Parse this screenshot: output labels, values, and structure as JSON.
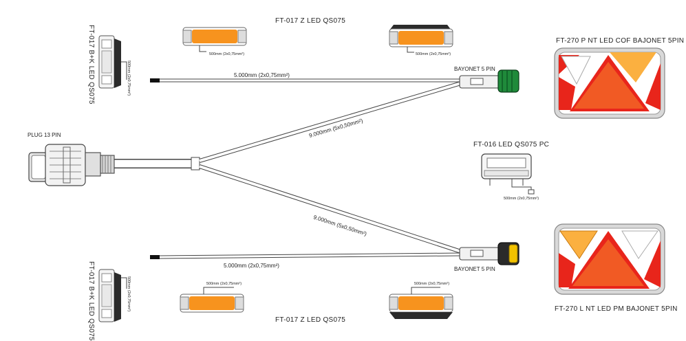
{
  "labels": {
    "top_marker_title": "FT-017 Z LED  QS075",
    "bottom_marker_title": "FT-017 Z LED  QS075",
    "plug": "PLUG 13 PIN",
    "lamp_right": "FT-270 P NT LED COF BAJONET 5PIN",
    "lamp_left": "FT-270 L NT LED PM BAJONET 5PIN",
    "plate_lamp": "FT-016 LED QS075 PC",
    "side_marker_top": "FT-017 B+K LED QS075",
    "side_marker_bottom": "FT-017 B+K LED QS075",
    "bayonet_top": "BAYONET 5 PIN",
    "bayonet_bottom": "BAYONET 5 PIN",
    "cable_top_short": "5.000mm (2x0,75mm²)",
    "cable_bottom_short": "5.000mm (2x0,75mm²)",
    "cable_top_long": "9.000mm  (5x0,50mm²)",
    "cable_bottom_long": "9.000mm  (5x0,50mm²)",
    "lead_side_top": "500mm (2x0,75mm²)",
    "lead_side_bottom": "500mm (2x0,75mm²)",
    "lead_marker_tl": "500mm (2x0,75mm²)",
    "lead_marker_tr": "500mm (2x0,75mm²)",
    "lead_marker_bl": "500mm (2x0,75mm²)",
    "lead_marker_br": "500mm (2x0,75mm²)",
    "lead_plate": "500mm (2x0,75mm²)"
  },
  "colors": {
    "amber": "#f7931e",
    "amber_light": "#fbb040",
    "red": "#e8251b",
    "orange_red": "#f15a24",
    "connector_green": "#1f8a3a",
    "connector_yellow": "#f2c200",
    "housing_dark": "#2b2b2b",
    "frame_grey": "#c9c9c9"
  }
}
